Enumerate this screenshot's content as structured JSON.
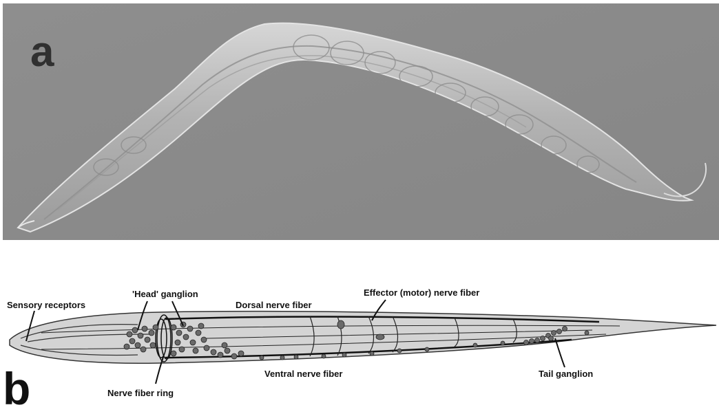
{
  "panel_a": {
    "letter": "a"
  },
  "panel_b": {
    "letter": "b",
    "labels": {
      "sensory_receptors": "Sensory receptors",
      "head_ganglion": "'Head' ganglion",
      "dorsal_nerve_fiber": "Dorsal nerve fiber",
      "effector_nerve_fiber": "Effector (motor) nerve fiber",
      "ventral_nerve_fiber": "Ventral nerve fiber",
      "tail_ganglion": "Tail ganglion",
      "nerve_fiber_ring": "Nerve fiber ring"
    }
  },
  "colors": {
    "photo_background": "#8b8b8b",
    "worm_body": "#b9b9b9",
    "diagram_body": "#d4d4d4",
    "neuron": "#6a6a6a"
  }
}
